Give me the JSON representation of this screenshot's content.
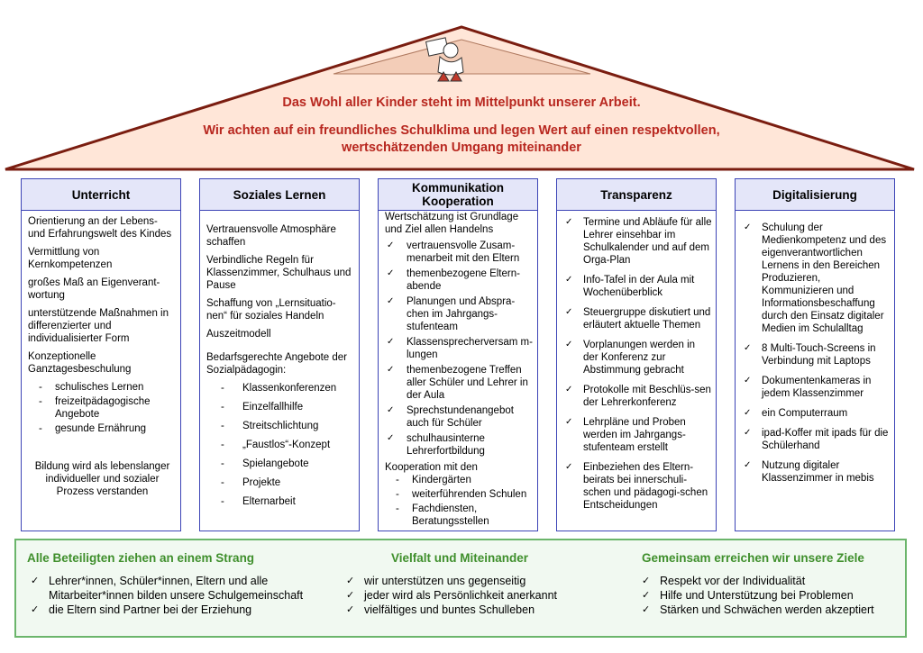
{
  "roof": {
    "line1": "Das Wohl aller Kinder steht im Mittelpunkt unserer Arbeit.",
    "line2": "Wir achten auf ein freundliches Schulklima und legen Wert auf einen respektvollen, wertschätzenden Umgang miteinander",
    "colors": {
      "fill": "#ffe6d8",
      "stroke": "#7a1d10",
      "text": "#b8271f"
    },
    "illustration": "boy-with-book-clipart"
  },
  "pillars": {
    "unterricht": {
      "title": "Unterricht",
      "items": [
        "Orientierung an der Lebens- und Erfahrungswelt des Kindes",
        "Vermittlung von Kernkompetenzen",
        "großes Maß an Eigenverant-wortung",
        "unterstützende Maßnahmen in differenzierter und individualisierter Form",
        "Konzeptionelle Ganztagesbeschulung"
      ],
      "sub": [
        "schulisches Lernen",
        "freizeitpädagogische Angebote",
        "gesunde Ernährung"
      ],
      "footer": "Bildung wird als lebenslanger individueller und sozialer Prozess verstanden"
    },
    "soziales": {
      "title": "Soziales Lernen",
      "items": [
        "Vertrauensvolle Atmosphäre schaffen",
        "Verbindliche Regeln für Klassenzimmer, Schulhaus und Pause",
        "Schaffung von „Lernsituatio-nen“ für soziales Handeln",
        "Auszeitmodell",
        "Bedarfsgerechte Angebote der Sozialpädagogin:"
      ],
      "sub": [
        "Klassenkonferenzen",
        "Einzelfallhilfe",
        "Streitschlichtung",
        "„Faustlos“-Konzept",
        "Spielangebote",
        "Projekte",
        "Elternarbeit"
      ]
    },
    "kommunikation": {
      "title1": "Kommunikation",
      "title2": "Kooperation",
      "intro": "Wertschätzung ist Grundlage und Ziel allen Handelns",
      "checks": [
        "vertrauensvolle Zusam-menarbeit mit den Eltern",
        "themenbezogene Eltern-abende",
        "Planungen und Abspra-chen im Jahrgangs-stufenteam",
        "Klassensprecherversam m-lungen",
        "themenbezogene Treffen aller Schüler und Lehrer in der Aula",
        "Sprechstundenangebot auch für Schüler",
        "schulhausinterne Lehrerfortbildung"
      ],
      "coop_intro": "Kooperation mit den",
      "sub": [
        "Kindergärten",
        "weiterführenden Schulen",
        "Fachdiensten, Beratungsstellen"
      ]
    },
    "transparenz": {
      "title": "Transparenz",
      "checks": [
        "Termine und Abläufe für alle Lehrer einsehbar im Schulkalender und auf dem Orga-Plan",
        "Info-Tafel in der Aula mit Wochenüberblick",
        "Steuergruppe diskutiert und erläutert aktuelle Themen",
        "Vorplanungen werden in der Konferenz zur Abstimmung gebracht",
        "Protokolle mit Beschlüs-sen der Lehrerkonferenz",
        "Lehrpläne und Proben werden im Jahrgangs-stufenteam erstellt",
        "Einbeziehen des Eltern-beirats bei innerschuli-schen und pädagogi-schen Entscheidungen"
      ]
    },
    "digitalisierung": {
      "title": "Digitalisierung",
      "checks": [
        "Schulung der Medienkompetenz und des eigenverantwortlichen Lernens in den Bereichen Produzieren, Kommunizieren und Informationsbeschaffung durch den Einsatz digitaler Medien im Schulalltag",
        "8 Multi-Touch-Screens in Verbindung mit Laptops",
        "Dokumentenkameras in jedem Klassenzimmer",
        "ein Computerraum",
        "ipad-Koffer mit ipads für die Schülerhand",
        "Nutzung digitaler Klassenzimmer in mebis"
      ]
    }
  },
  "foundation": {
    "col1": {
      "title": "Alle Beteiligten ziehen an einem Strang",
      "items": [
        "Lehrer*innen, Schüler*innen, Eltern und alle Mitarbeiter*innen bilden unsere Schulgemeinschaft",
        "die Eltern sind Partner bei der Erziehung"
      ]
    },
    "col2": {
      "title": "Vielfalt und Miteinander",
      "items": [
        "wir unterstützen uns gegenseitig",
        "jeder wird als Persönlichkeit anerkannt",
        "vielfältiges und buntes Schulleben"
      ]
    },
    "col3": {
      "title": "Gemeinsam erreichen wir unsere Ziele",
      "items": [
        "Respekt vor der Individualität",
        "Hilfe und Unterstützung bei Problemen",
        "Stärken und Schwächen werden akzeptiert"
      ]
    },
    "colors": {
      "border": "#6bb56b",
      "title": "#3f8f2c",
      "background": "#f1f9f1"
    }
  },
  "pillar_colors": {
    "border": "#3c44b6",
    "header_bg": "#e4e6f9"
  }
}
